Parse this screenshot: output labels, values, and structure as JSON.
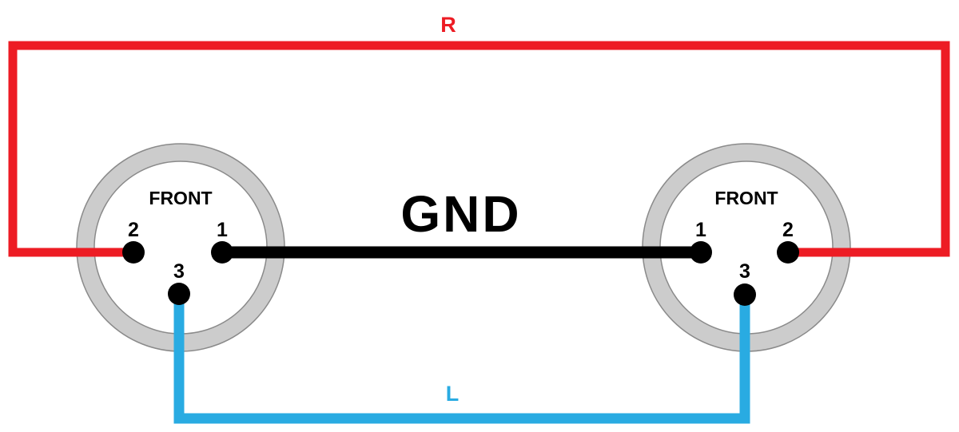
{
  "diagram": {
    "colors": {
      "right_channel": "#ed1c24",
      "left_channel": "#29abe2",
      "ground": "#000000",
      "pin": "#000000",
      "ring_fill": "#cccccc",
      "ring_edge": "#8a8a8a",
      "background": "#ffffff"
    },
    "wires": {
      "right_channel_label": "R",
      "ground_label": "GND",
      "left_channel_label": "L"
    },
    "left_connector": {
      "front_label": "FRONT",
      "pin1_label": "1",
      "pin2_label": "2",
      "pin3_label": "3"
    },
    "right_connector": {
      "front_label": "FRONT",
      "pin1_label": "1",
      "pin2_label": "2",
      "pin3_label": "3"
    },
    "connections": [
      {
        "wire": "R",
        "from": "left connector pin 2",
        "to": "right connector pin 2"
      },
      {
        "wire": "GND",
        "from": "left connector pin 1",
        "to": "right connector pin 1"
      },
      {
        "wire": "L",
        "from": "left connector pin 3",
        "to": "right connector pin 3"
      }
    ]
  }
}
